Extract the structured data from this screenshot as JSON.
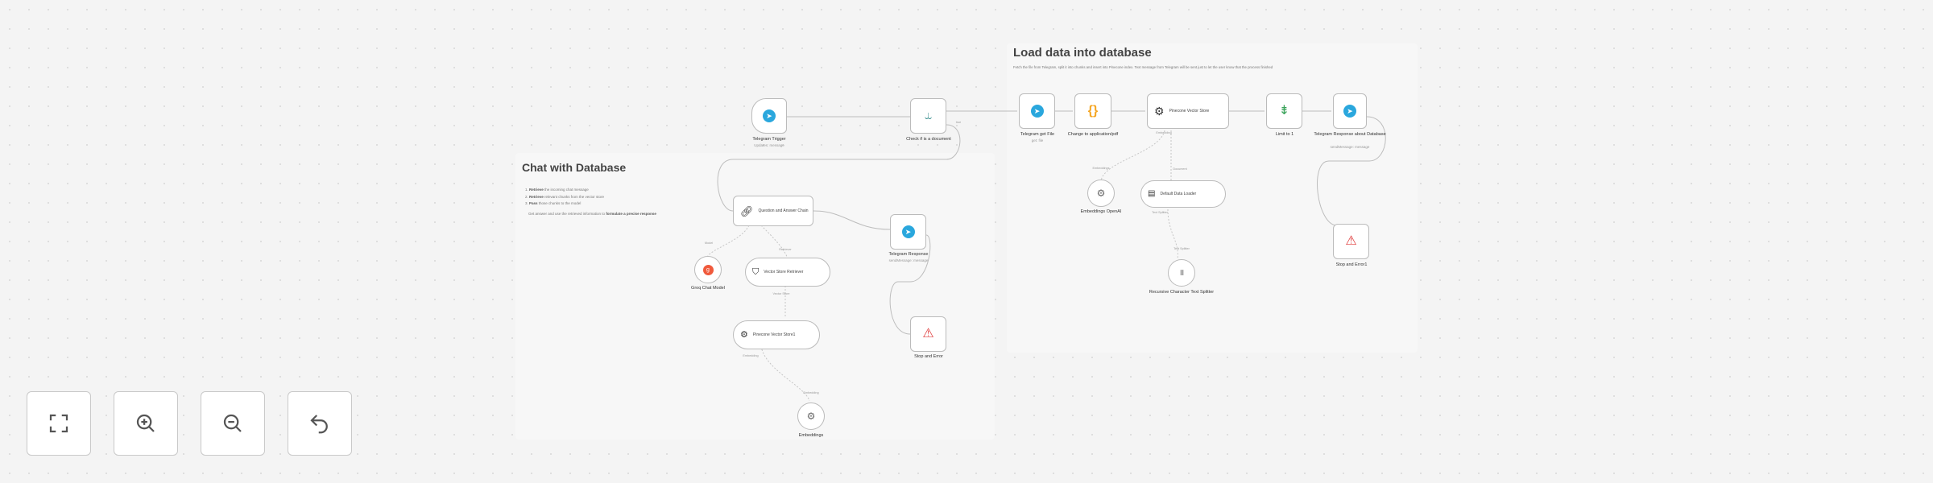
{
  "load_sticky": {
    "title": "Load data into database",
    "description": "Fetch the file from Telegram, split it into chunks and insert into Pinecone index. Text message from Telegram will be sent just to let the user know that the process finished"
  },
  "chat_sticky": {
    "title": "Chat with Database",
    "lines": [
      {
        "strong": "Retrieve",
        "rest": " the incoming chat message"
      },
      {
        "strong": "Retrieve",
        "rest": " relevant chunks from the vector store"
      },
      {
        "strong": "Pass",
        "rest": " those chunks to the model"
      }
    ],
    "footnote_a": "Get answer and use the retrieved information to ",
    "footnote_b": "formulate a precise response"
  },
  "nodes": {
    "telegram_trigger": {
      "label": "Telegram Trigger",
      "sub": "Updates: message"
    },
    "check_doc": {
      "label": "Check if is a document"
    },
    "telegram_get_file": {
      "label": "Telegram get File",
      "sub": "get: file"
    },
    "change_pdf": {
      "label": "Change to application/pdf"
    },
    "pinecone_store": {
      "label": "Pinecone Vector Store",
      "port": "Embedding"
    },
    "limit": {
      "label": "Limit to 1"
    },
    "tg_db_response": {
      "label": "Telegram Response about Database",
      "sub": "sendMessage: message"
    },
    "stop_error_1": {
      "label": "Stop and Error1"
    },
    "embeddings_openai": {
      "label": "Embeddings OpenAI",
      "port": "Embeddings"
    },
    "data_loader": {
      "label": "Default Data Loader",
      "port": "Text Splitter"
    },
    "text_splitter": {
      "label": "Recursive Character Text Splitter",
      "port": "Text Splitter"
    },
    "qa_chain": {
      "label": "Question and Answer Chain",
      "port": "Model",
      "port_b": "Retriever"
    },
    "tg_response": {
      "label": "Telegram Response",
      "sub": "sendMessage: message"
    },
    "groq_model": {
      "label": "Groq Chat Model",
      "port": "Model"
    },
    "vector_retriever": {
      "label": "Vector Store Retriever",
      "port": "Vector Store"
    },
    "pinecone_store_1": {
      "label": "Pinecone Vector Store1",
      "port": "Vector Store"
    },
    "embeddings": {
      "label": "Embeddings",
      "port": "Embedding"
    },
    "stop_error": {
      "label": "Stop and Error"
    }
  },
  "labels": {
    "true_branch": "true",
    "document_port": "Document",
    "ai_port": "Embedding",
    "pdf_port": "Text Splitter"
  },
  "controls": {
    "fit": "fit-view-icon",
    "zoom_in": "zoom-in-icon",
    "zoom_out": "zoom-out-icon",
    "reset": "undo-icon"
  },
  "colors": {
    "telegram": "#2aa7dd",
    "error": "#e04040",
    "groq": "#f05a3c",
    "json_brace": "#f5a623",
    "limit": "#3aa35a"
  }
}
